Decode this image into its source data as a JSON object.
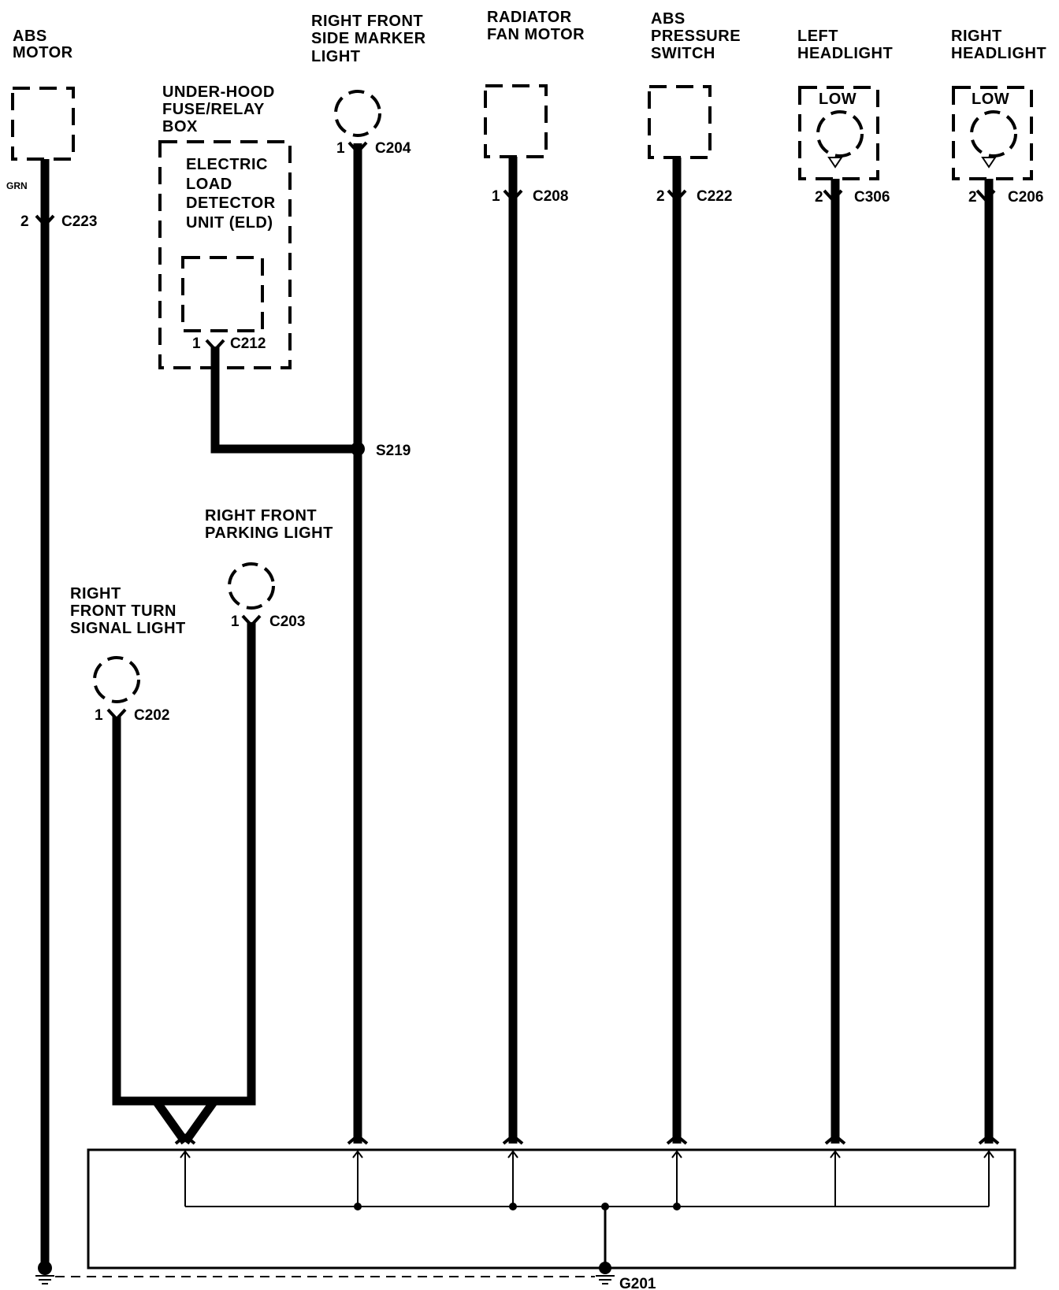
{
  "components": {
    "abs_motor": {
      "line1": "ABS",
      "line2": "MOTOR",
      "wire_color": "GRN",
      "pin": "2",
      "connector": "C223"
    },
    "fuse_box": {
      "line1": "UNDER-HOOD",
      "line2": "FUSE/RELAY",
      "line3": "BOX"
    },
    "eld": {
      "line1": "ELECTRIC",
      "line2": "LOAD",
      "line3": "DETECTOR",
      "line4": "UNIT (ELD)",
      "pin": "1",
      "connector": "C212"
    },
    "side_marker": {
      "line1": "RIGHT FRONT",
      "line2": "SIDE MARKER",
      "line3": "LIGHT",
      "pin": "1",
      "connector": "C204"
    },
    "fan_motor": {
      "line1": "RADIATOR",
      "line2": "FAN MOTOR",
      "pin": "1",
      "connector": "C208"
    },
    "pressure_switch": {
      "line1": "ABS",
      "line2": "PRESSURE",
      "line3": "SWITCH",
      "pin": "2",
      "connector": "C222"
    },
    "left_headlight": {
      "line1": "LEFT",
      "line2": "HEADLIGHT",
      "inner": "LOW",
      "pin": "2",
      "connector": "C306"
    },
    "right_headlight": {
      "line1": "RIGHT",
      "line2": "HEADLIGHT",
      "inner": "LOW",
      "pin": "2",
      "connector": "C206"
    },
    "parking_light": {
      "line1": "RIGHT FRONT",
      "line2": "PARKING LIGHT",
      "pin": "1",
      "connector": "C203"
    },
    "turn_signal": {
      "line1": "RIGHT",
      "line2": "FRONT TURN",
      "line3": "SIGNAL LIGHT",
      "pin": "1",
      "connector": "C202"
    }
  },
  "splice": {
    "label": "S219"
  },
  "ground": {
    "label": "G201"
  }
}
